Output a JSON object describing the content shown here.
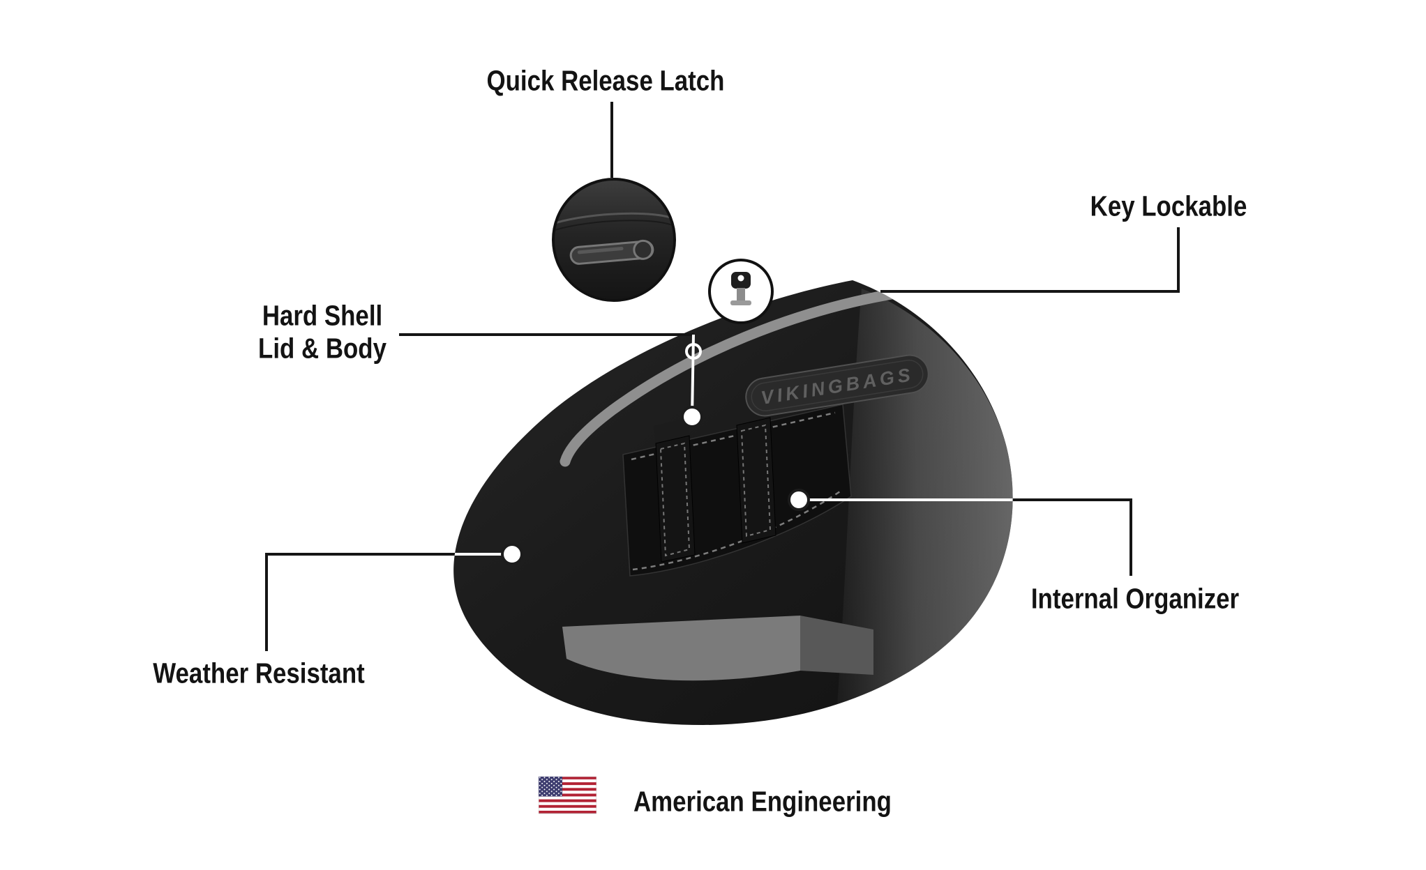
{
  "diagram": {
    "background": "#ffffff",
    "product_logo": "VIKINGBAGS",
    "callouts": [
      {
        "id": "quick-release-latch",
        "label": "Quick Release Latch"
      },
      {
        "id": "key-lockable",
        "label": "Key Lockable"
      },
      {
        "id": "hard-shell",
        "label_line1": "Hard Shell",
        "label_line2": "Lid & Body"
      },
      {
        "id": "weather-resistant",
        "label": "Weather Resistant"
      },
      {
        "id": "internal-organizer",
        "label": "Internal Organizer"
      },
      {
        "id": "american-engineering",
        "label": "American Engineering"
      }
    ],
    "icons": [
      "latch-lever-icon",
      "key-icon",
      "us-flag-icon"
    ],
    "colors": {
      "callout_line": "#151515",
      "bag_body": "#1b1b1b",
      "rim_accent": "#8f8f8f",
      "interior_gray": "#7b7b7b",
      "smoke_gray": "#6a6a6a",
      "logo_text": "#606060",
      "flag_red": "#B22234",
      "flag_blue": "#3C3B6E"
    }
  }
}
